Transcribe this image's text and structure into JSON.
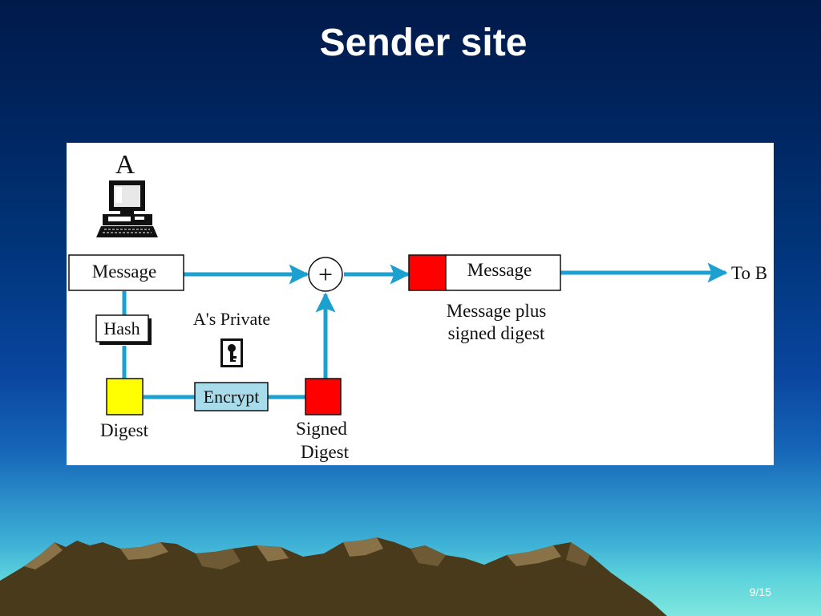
{
  "slide": {
    "title": "Sender site",
    "page_number": "9/15"
  },
  "diagram": {
    "sender_label": "A",
    "message_box": "Message",
    "hash_box": "Hash",
    "private_key_label": "A's Private",
    "encrypt_box": "Encrypt",
    "digest_label": "Digest",
    "signed_label_line1": "Signed",
    "signed_label_line2": "Digest",
    "combined_message_box": "Message",
    "combined_caption_line1": "Message plus",
    "combined_caption_line2": "signed digest",
    "destination_label": "To B",
    "combine_operator": "+"
  },
  "colors": {
    "arrow": "#1ba0d0",
    "digest_fill": "#ffff00",
    "signed_fill": "#ff0000",
    "encrypt_fill": "#a8dcea"
  },
  "icons": [
    "computer-icon",
    "key-icon",
    "plus-icon",
    "mountain-range"
  ]
}
